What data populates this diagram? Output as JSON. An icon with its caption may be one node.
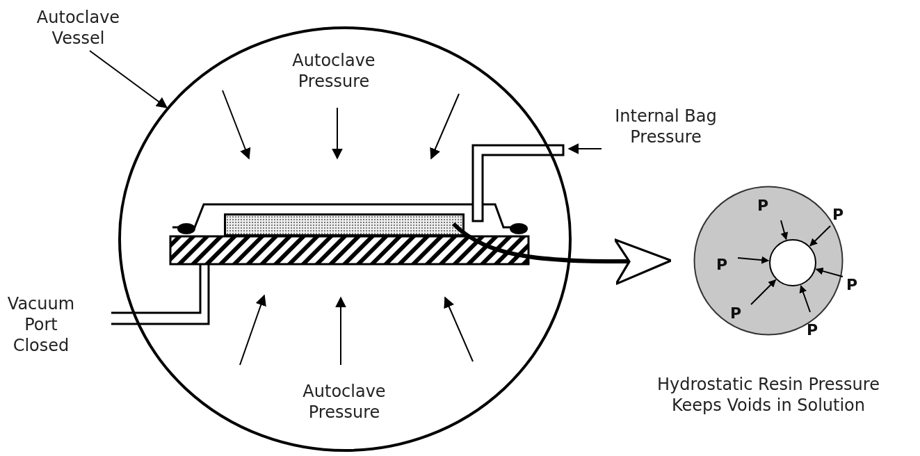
{
  "diagram": {
    "nodes": [
      {
        "text": [
          "Autoclave Vessel"
        ]
      },
      {
        "text": [],
        "shape": "circle"
      },
      {
        "text": [],
        "shape": "box",
        "in": 1
      },
      {
        "text": [
          "P",
          "P",
          "P",
          "P",
          "P",
          "P"
        ],
        "beside": [
          "Hydrostatic Resin Pressure Keeps Voids in Solution"
        ]
      },
      {
        "text": [],
        "shape": "circle",
        "in": 3
      }
    ],
    "edges": [
      {
        "from": 0,
        "to": 1,
        "arrow": "to"
      },
      {
        "from": 2,
        "to": 3,
        "arrow": "to",
        "style": "thick"
      },
      {
        "from": 3,
        "to": 4,
        "arrow": "to"
      },
      {
        "from": 3,
        "to": 4,
        "arrow": "to"
      },
      {
        "from": 3,
        "to": 4,
        "arrow": "to"
      },
      {
        "from": 3,
        "to": 4,
        "arrow": "to"
      },
      {
        "from": 3,
        "to": 4,
        "arrow": "to"
      },
      {
        "from": 3,
        "to": 4,
        "arrow": "to"
      }
    ],
    "labels": [
      "Autoclave Pressure",
      "Internal Bag Pressure",
      "Vacuum Port Closed",
      "Autoclave Pressure"
    ]
  }
}
